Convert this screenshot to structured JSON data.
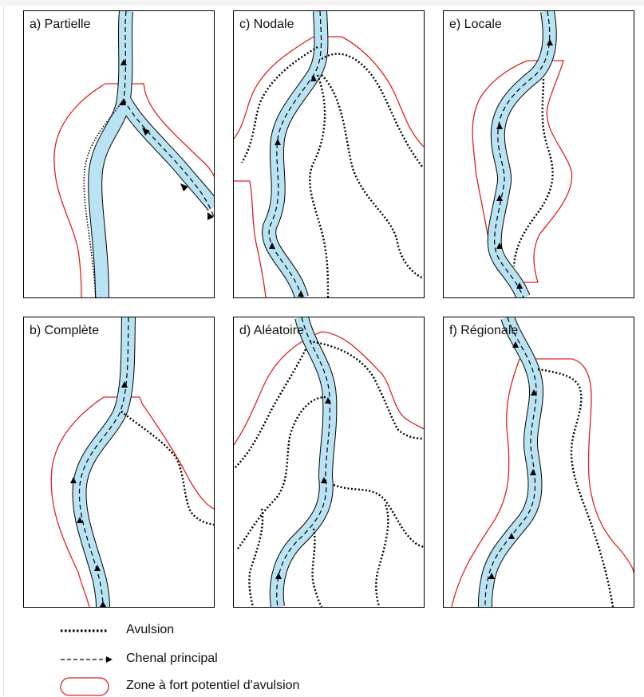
{
  "panels": {
    "a": {
      "title": "a) Partielle"
    },
    "b": {
      "title": "b) Complète"
    },
    "c": {
      "title": "c) Nodale"
    },
    "d": {
      "title": "d) Aléatoire"
    },
    "e": {
      "title": "e) Locale"
    },
    "f": {
      "title": "f) Régionale"
    }
  },
  "legend": {
    "avulsion": "Avulsion",
    "channel": "Chenal principal",
    "zone": "Zone à fort potentiel d'avulsion"
  },
  "colors": {
    "channel_fill": "#b9e3f2",
    "zone_outline": "#e02020",
    "ink": "#000000"
  }
}
